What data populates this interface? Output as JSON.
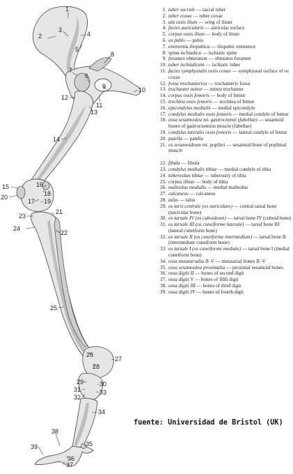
{
  "labels": [
    "1",
    "2",
    "3",
    "4",
    "5",
    "6",
    "7",
    "8",
    "9",
    "10",
    "11",
    "12",
    "13",
    "14",
    "15",
    "16",
    "17",
    "18",
    "19",
    "20",
    "21",
    "22",
    "23",
    "24",
    "25",
    "26",
    "27",
    "28",
    "29",
    "30",
    "31",
    "32",
    "33",
    "34",
    "35",
    "36",
    "37",
    "38",
    "39"
  ],
  "legend_group1": [
    {
      "n": "1.",
      "latin": "tuber sacrale",
      "en": "sacral tuber"
    },
    {
      "n": "2.",
      "latin": "tuber coxae",
      "en": "tuber coxae"
    },
    {
      "n": "3.",
      "latin": "ala ossis ilium",
      "en": "wing of ilium"
    },
    {
      "n": "4.",
      "latin": "facies auricularis",
      "en": "auricular surface"
    },
    {
      "n": "5.",
      "latin": "corpus ossis ilium",
      "en": "body of ilium"
    },
    {
      "n": "6.",
      "latin": "os pubis",
      "en": "pubis"
    },
    {
      "n": "7.",
      "latin": "eminentia iliopubica",
      "en": "iliopubic eminence"
    },
    {
      "n": "8.",
      "latin": "spina ischiadica",
      "en": "ischiatic spine"
    },
    {
      "n": "9.",
      "latin": "foramen obturatum",
      "en": "obturator foramen"
    },
    {
      "n": "10.",
      "latin": "tuber ischiadicum",
      "en": "ischiatic tuber"
    },
    {
      "n": "11.",
      "latin": "facies symphysialis ossis coxae",
      "en": "symphyseal surface of os coxae"
    },
    {
      "n": "12.",
      "latin": "fossa trochanterica",
      "en": "trochanteric fossa"
    },
    {
      "n": "13.",
      "latin": "trochanter minor",
      "en": "minor trochanter"
    },
    {
      "n": "14.",
      "latin": "corpus ossis femoris",
      "en": "body of femur"
    },
    {
      "n": "15.",
      "latin": "trochlea ossis femoris",
      "en": "trochlea of femur"
    },
    {
      "n": "16.",
      "latin": "epicondylus medialis",
      "en": "medial epicondyle"
    },
    {
      "n": "17.",
      "latin": "condylus medialis ossis femoris",
      "en": "medial condyle of femur"
    },
    {
      "n": "18.",
      "latin": "ossa sesamoidea mi. gastrocnemii (fabellae)",
      "en": "sesamoid bones of gastrocnemius muscle (fabellae)"
    },
    {
      "n": "19.",
      "latin": "condylus lateralis ossis femoris",
      "en": "lateral condyle of femur"
    },
    {
      "n": "20.",
      "latin": "patella",
      "en": "patella"
    },
    {
      "n": "21.",
      "latin": "os sesamoideum mi. poplitei",
      "en": "sesamoid bone of popliteal muscle"
    }
  ],
  "legend_group2": [
    {
      "n": "22.",
      "latin": "fibula",
      "en": "fibula"
    },
    {
      "n": "23.",
      "latin": "condylus medialis tibiae",
      "en": "medial condyle of tibia"
    },
    {
      "n": "24.",
      "latin": "tuberositas tibiae",
      "en": "tuberosity of tibia"
    },
    {
      "n": "25.",
      "latin": "corpus tibiae",
      "en": "body of tibia"
    },
    {
      "n": "26.",
      "latin": "malleolus medialis",
      "en": "medial malleolus"
    },
    {
      "n": "27.",
      "latin": "calcaneus",
      "en": "calcaneus"
    },
    {
      "n": "28.",
      "latin": "talus",
      "en": "talus"
    },
    {
      "n": "29.",
      "latin": "os tarsi centrale (os naviculare)",
      "en": "central tarsal bone (navicular bone)"
    },
    {
      "n": "30.",
      "latin": "os tarsale IV (os cuboideum)",
      "en": "tarsal bone IV (cuboid bone)"
    },
    {
      "n": "31.",
      "latin": "os tarsale III (os cuneiforme laterale)",
      "en": "tarsal bone III (lateral cuneiform bone)"
    },
    {
      "n": "32.",
      "latin": "os tarsale II (os cuneiforme intermedium)",
      "en": "tarsal bone II (intermediate cuneiform bone)"
    },
    {
      "n": "33.",
      "latin": "os tarsale I (os cuneiforme mediale)",
      "en": "tarsal bone I (medial cuneiform bone)"
    },
    {
      "n": "34.",
      "latin": "ossa metatarsalia II–V",
      "en": "metatarsal bones II–V"
    },
    {
      "n": "35.",
      "latin": "ossa sesamoidea proximalia",
      "en": "proximal sesamoid bones"
    },
    {
      "n": "36.",
      "latin": "ossa digiti II",
      "en": "bones of second digit"
    },
    {
      "n": "37.",
      "latin": "ossa digiti V",
      "en": "bones of fifth digit"
    },
    {
      "n": "38.",
      "latin": "ossa digiti III",
      "en": "bones of third digit"
    },
    {
      "n": "39.",
      "latin": "ossa digiti IV",
      "en": "bones of fourth digit"
    }
  ],
  "source": "fuente: Universidad de Bristol (UK)"
}
